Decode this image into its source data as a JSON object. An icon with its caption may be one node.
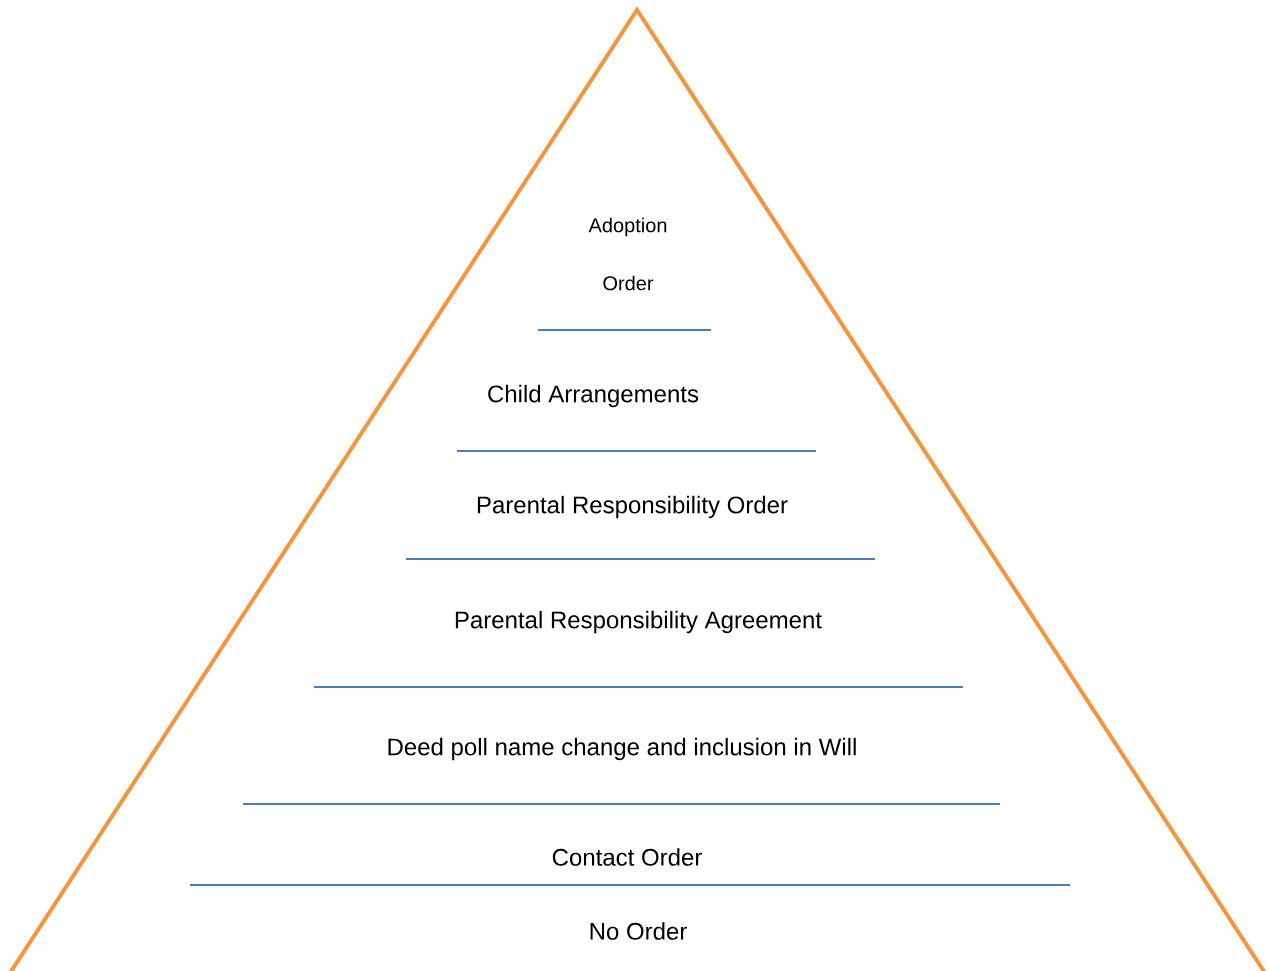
{
  "diagram": {
    "nodes": [
      {
        "text": [
          "Adoption Order",
          "Child Arrangements",
          "Parental Responsibility Order",
          "Parental Responsibility Agreement",
          "Deed poll name change and inclusion in Will",
          "Contact Order",
          "No Order"
        ]
      }
    ]
  }
}
